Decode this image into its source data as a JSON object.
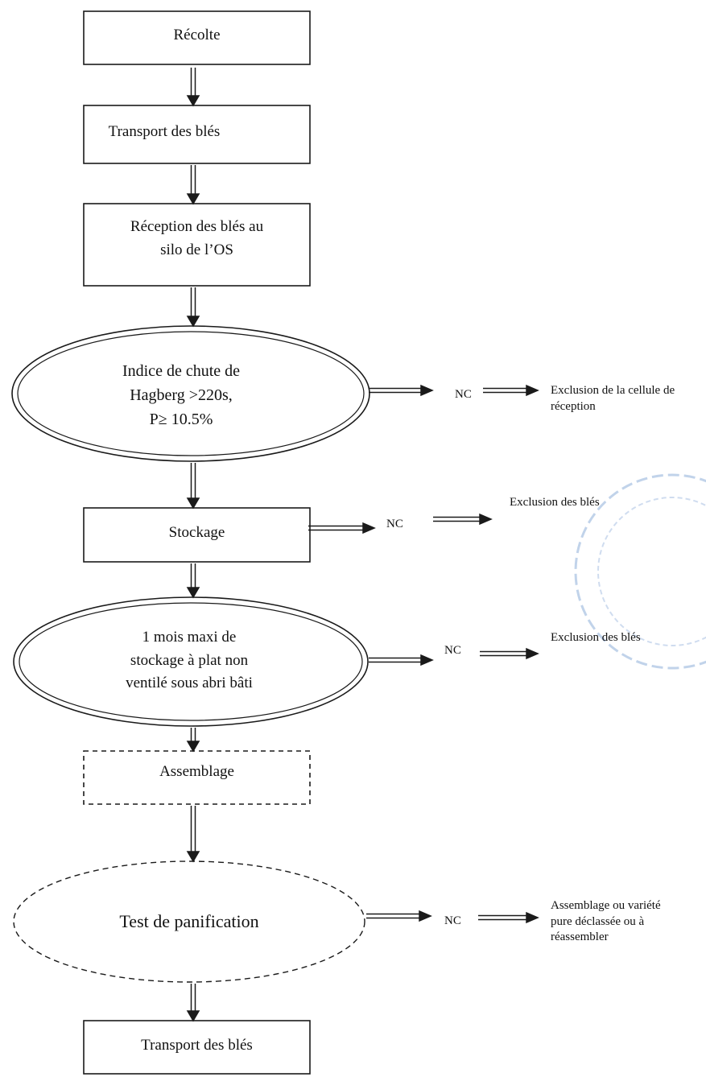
{
  "diagram": {
    "steps": {
      "recolte": "Récolte",
      "transport1": "Transport des blés",
      "reception_l1": "Réception des blés au",
      "reception_l2": "silo de l’OS",
      "hagberg_l1": "Indice de chute de",
      "hagberg_l2": "Hagberg >220s,",
      "hagberg_l3": "P≥ 10.5%",
      "stockage": "Stockage",
      "mois_l1": "1 mois maxi de",
      "mois_l2": "stockage à plat non",
      "mois_l3": "ventilé sous abri bâti",
      "assemblage": "Assemblage",
      "panification": "Test de panification",
      "transport2": "Transport des blés"
    },
    "nc_label": "NC",
    "outcomes": {
      "hagberg_l1": "Exclusion de la cellule de",
      "hagberg_l2": "réception",
      "stockage": "Exclusion des blés",
      "mois": "Exclusion des blés",
      "panif_l1": "Assemblage ou variété",
      "panif_l2": "pure déclassée ou à",
      "panif_l3": "réassembler"
    },
    "colors": {
      "line": "#1a1a1a",
      "stamp": "#8fb0da"
    }
  }
}
